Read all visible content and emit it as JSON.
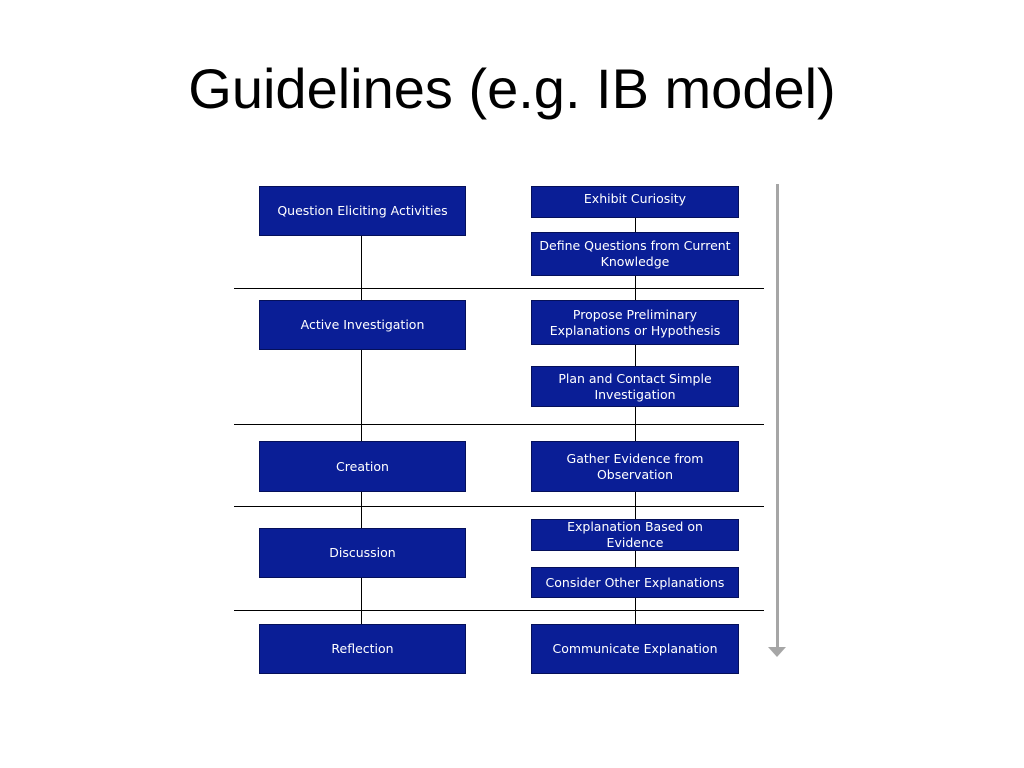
{
  "slide": {
    "title": "Guidelines (e.g. IB model)"
  },
  "diagram": {
    "box_color": "#0a1e96",
    "arrow_color": "#a6a6a6",
    "stages": [
      "Question Eliciting Activities",
      "Active Investigation",
      "Creation",
      "Discussion",
      "Reflection"
    ],
    "steps": [
      "Exhibit Curiosity",
      "Define Questions from Current Knowledge",
      "Propose Preliminary Explanations or Hypothesis",
      "Plan and Contact Simple Investigation",
      "Gather Evidence from Observation",
      "Explanation Based on Evidence",
      "Consider Other Explanations",
      "Communicate Explanation"
    ]
  }
}
